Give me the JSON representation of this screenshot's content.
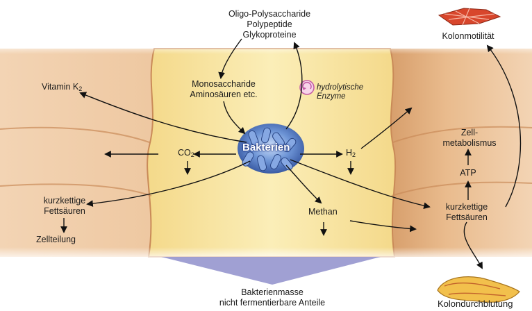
{
  "colors": {
    "lumen": "#f9e7a0",
    "wall": "#e6b383",
    "wall_edge": "#c98a58",
    "bacteria": "#5d84c8",
    "sediment": "#8f8fcb",
    "arrow": "#111111",
    "enzyme": "#c35aa5",
    "muscle": "#d8462c"
  },
  "labels": {
    "substrates": [
      "Oligo-Polysaccharide",
      "Polypeptide",
      "Glykoproteine"
    ],
    "monomers": [
      "Monosaccharide",
      "Aminosäuren etc."
    ],
    "enzymes": [
      "hydrolytische",
      "Enzyme"
    ],
    "vitamin_k2": "Vitamin K",
    "vitamin_k2_sub": "2",
    "bacteria": "Bakterien",
    "co2": "CO",
    "co2_sub": "2",
    "h2": "H",
    "h2_sub": "2",
    "scfa_left": [
      "kurzkettige",
      "Fettsäuren"
    ],
    "zellteilung": "Zellteilung",
    "methan": "Methan",
    "kolonmotilitaet": "Kolonmotilität",
    "zellmetabolismus": [
      "Zell-",
      "metabolismus"
    ],
    "atp": "ATP",
    "scfa_right": [
      "kurzkettige",
      "Fettsäuren"
    ],
    "bakterienmasse": [
      "Bakterienmasse",
      "nicht fermentierbare Anteile"
    ],
    "kolondurchblutung": "Kolondurchblutung"
  },
  "icons": {
    "muscle": "smooth-muscle-icon",
    "vessel": "blood-vessel-icon",
    "enzyme": "hydrolytic-enzyme-icon",
    "bacteria": "bacteria-cluster-icon"
  }
}
